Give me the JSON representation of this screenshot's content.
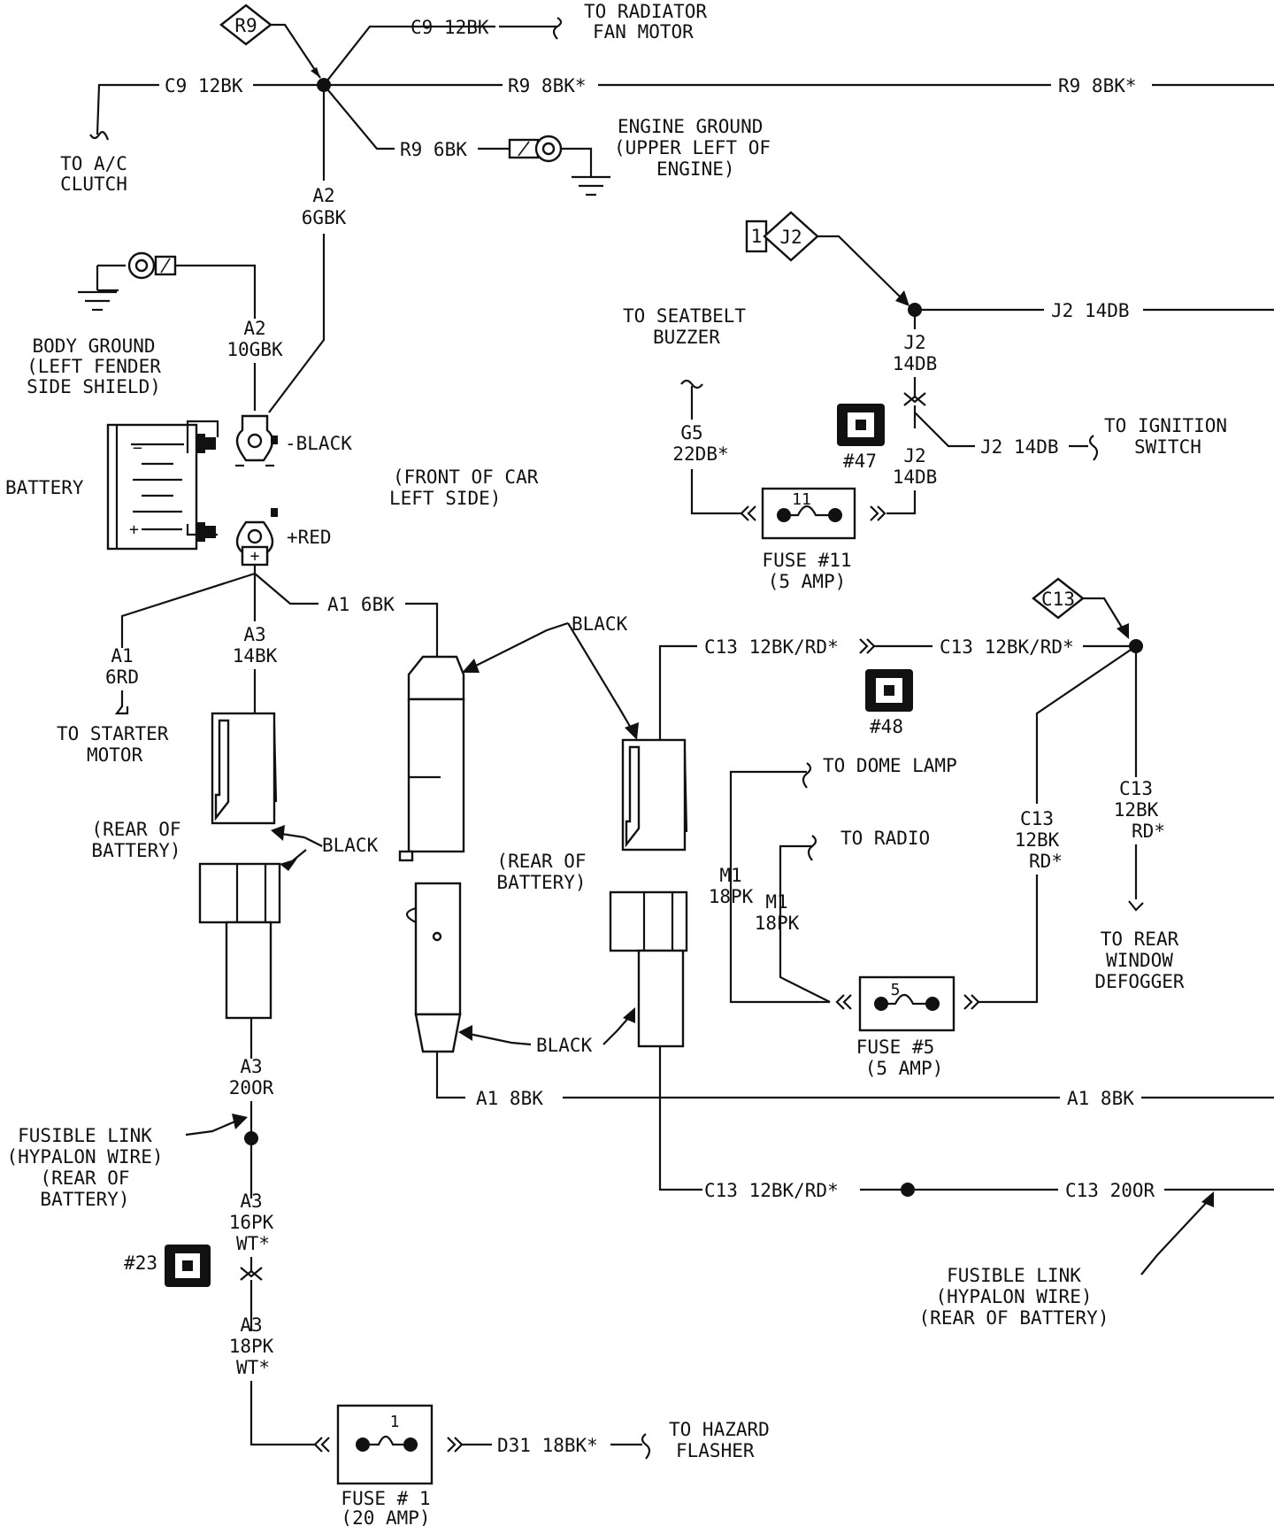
{
  "labels": {
    "r9_tag": "R9",
    "c9_fan": "C9 12BK",
    "to_radiator_1": "TO RADIATOR",
    "to_radiator_2": "FAN MOTOR",
    "c9_ac": "C9 12BK",
    "r9_8bk_left": "R9 8BK*",
    "r9_8bk_right": "R9 8BK*",
    "r9_6bk": "R9 6BK",
    "engine_ground_1": "ENGINE GROUND",
    "engine_ground_2": "(UPPER LEFT OF",
    "engine_ground_3": "ENGINE)",
    "to_ac_1": "TO A/C",
    "to_ac_2": "CLUTCH",
    "a2_6gbk_1": "A2",
    "a2_6gbk_2": "6GBK",
    "a2_10gbk_1": "A2",
    "a2_10gbk_2": "10GBK",
    "body_ground_1": "BODY GROUND",
    "body_ground_2": "(LEFT FENDER",
    "body_ground_3": "SIDE SHIELD)",
    "battery": "BATTERY",
    "neg_black": "-BLACK",
    "pos_red": "+RED",
    "front_of_car_1": "(FRONT OF CAR",
    "front_of_car_2": "LEFT SIDE)",
    "j2_tag_num": "1",
    "j2_tag": "J2",
    "j2_14db_right": "J2 14DB",
    "to_seatbelt_1": "TO SEATBELT",
    "to_seatbelt_2": "BUZZER",
    "j2_14db_a_1": "J2",
    "j2_14db_a_2": "14DB",
    "j2_14db_b_1": "J2",
    "j2_14db_b_2": "14DB",
    "j2_ign": "J2 14DB",
    "to_ignition_1": "TO IGNITION",
    "to_ignition_2": "SWITCH",
    "g5_1": "G5",
    "g5_2": "22DB*",
    "conn_47": "#47",
    "fuse11_num": "11",
    "fuse11_1": "FUSE #11",
    "fuse11_2": "(5 AMP)",
    "c13_tag": "C13",
    "a1_6bk": "A1 6BK",
    "a1_6rd_1": "A1",
    "a1_6rd_2": "6RD",
    "a3_14bk_1": "A3",
    "a3_14bk_2": "14BK",
    "to_starter_1": "TO STARTER",
    "to_starter_2": "MOTOR",
    "black_top": "BLACK",
    "c13_rd_left": "C13 12BK/RD*",
    "c13_rd_right": "C13 12BK/RD*",
    "conn_48": "#48",
    "to_dome": "TO DOME LAMP",
    "to_radio": "TO RADIO",
    "c13_mid_1": "C13",
    "c13_mid_2": "12BK",
    "c13_mid_3": "RD*",
    "c13_rt_1": "C13",
    "c13_rt_2": "12BK",
    "c13_rt_3": "RD*",
    "rear_batt_l_1": "(REAR OF",
    "rear_batt_l_2": "BATTERY)",
    "black_left": "BLACK",
    "rear_batt_c_1": "(REAR OF",
    "rear_batt_c_2": "BATTERY)",
    "m1_a_1": "M1",
    "m1_a_2": "18PK",
    "m1_b_1": "M1",
    "m1_b_2": "18PK",
    "to_rear_1": "TO REAR",
    "to_rear_2": "WINDOW",
    "to_rear_3": "DEFOGGER",
    "fuse5_num": "5",
    "fuse5_1": "FUSE #5",
    "fuse5_2": "(5 AMP)",
    "black_bottom": "BLACK",
    "a3_20or_1": "A3",
    "a3_20or_2": "20OR",
    "a1_8bk_left": "A1 8BK",
    "a1_8bk_right": "A1 8BK",
    "fusible_l_1": "FUSIBLE LINK",
    "fusible_l_2": "(HYPALON WIRE)",
    "fusible_l_3": "(REAR OF",
    "fusible_l_4": "BATTERY)",
    "c13_bottom": "C13 12BK/RD*",
    "c13_20or": "C13 20OR",
    "a3_16pk_1": "A3",
    "a3_16pk_2": "16PK",
    "a3_16pk_3": "WT*",
    "conn_23": "#23",
    "fusible_r_1": "FUSIBLE LINK",
    "fusible_r_2": "(HYPALON WIRE)",
    "fusible_r_3": "(REAR OF BATTERY)",
    "a3_18pk_1": "A3",
    "a3_18pk_2": "18PK",
    "a3_18pk_3": "WT*",
    "fuse1_num": "1",
    "d31": "D31 18BK*",
    "to_hazard_1": "TO HAZARD",
    "to_hazard_2": "FLASHER",
    "fuse1_1": "FUSE # 1",
    "fuse1_2": "(20 AMP)"
  }
}
